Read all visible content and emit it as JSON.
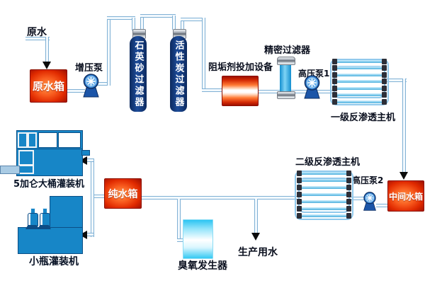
{
  "diagram": {
    "title_implicit": "纯净水处理工艺流程图",
    "labels": {
      "raw_water": "原水",
      "raw_water_tank": "原水箱",
      "booster_pump": "增压泵",
      "quartz_filter": "石英砂过滤器",
      "carbon_filter": "活性炭过滤器",
      "dosing_device": "阻垢剂投加设备",
      "precision_filter": "精密过滤器",
      "hp_pump1": "高压泵1",
      "ro_stage1": "一级反渗透主机",
      "intermediate_tank": "中间水箱",
      "hp_pump2": "高压泵2",
      "ro_stage2": "二级反渗透主机",
      "pure_water_tank": "纯水箱",
      "barrel_filler": "5加仑大桶灌装机",
      "bottle_filler": "小瓶灌装机",
      "ozone_generator": "臭氧发生器",
      "production_water": "生产用水"
    },
    "colors": {
      "pipe_outline": "#7fb0d4",
      "tank_red": "#e02a00",
      "vessel_navy": "#123a78",
      "machine_blue": "#1786c7",
      "pump_blue": "#3584d6",
      "membrane_blue": "#8fd2f0",
      "ozone_cyan": "#2cc4f2",
      "arrow_black": "#0c0c0c",
      "label_text": "#0a0f1e"
    }
  }
}
